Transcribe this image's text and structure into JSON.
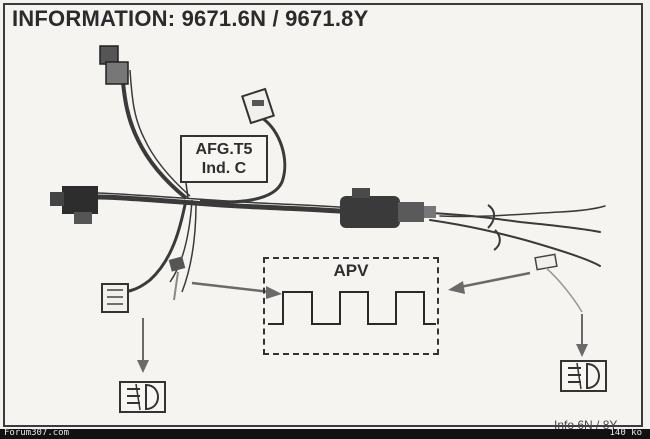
{
  "title": "INFORMATION: 9671.6N / 9671.8Y",
  "connector_label": {
    "line1": "AFG.T5",
    "line2": "Ind. C"
  },
  "signal_box": {
    "label": "APV"
  },
  "icons": {
    "left": "fog-light-icon",
    "right": "fog-light-icon"
  },
  "caption": "Info 6N / 8Y",
  "footer": {
    "site": "Forum307.com",
    "size": "140 ko"
  }
}
